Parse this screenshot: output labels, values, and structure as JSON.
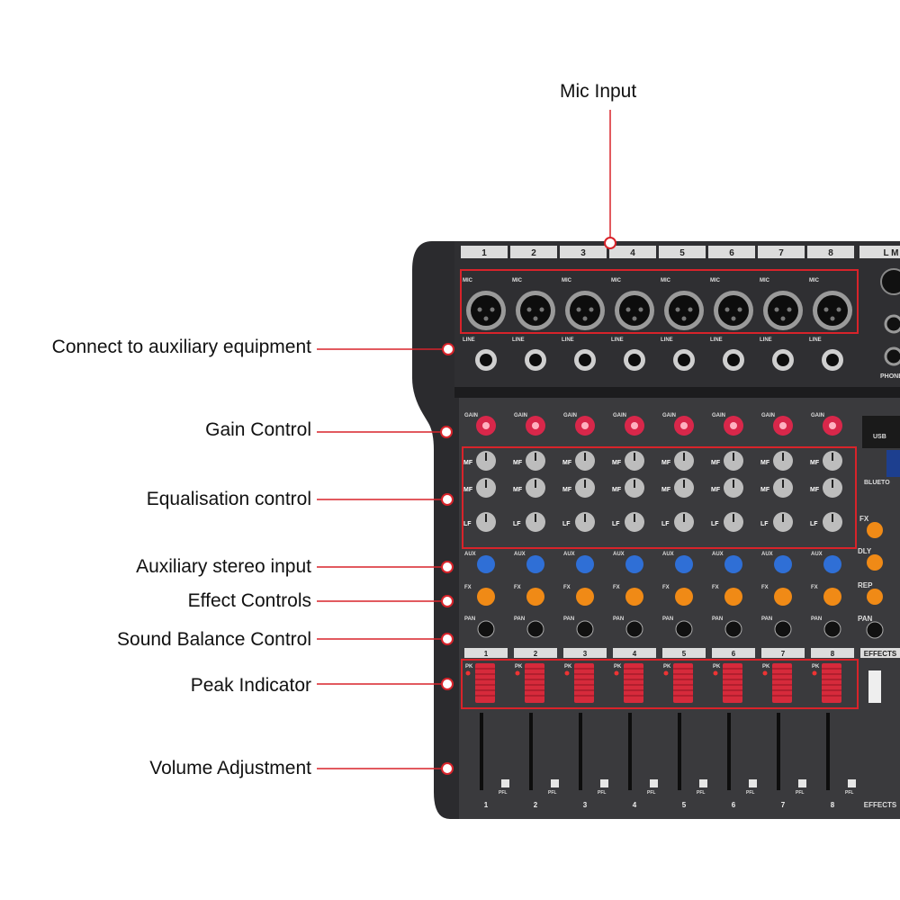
{
  "colors": {
    "callout": "#d8232a",
    "chassis": "#2b2b2e",
    "panel": "#3a3a3d",
    "gain_knob": "#d8274a",
    "aux_knob": "#2f6fd6",
    "fx_knob": "#f08a16",
    "fader_cap": "#d62a3b"
  },
  "callouts": {
    "mic_input": "Mic Input",
    "aux_equipment": "Connect to auxiliary equipment",
    "gain": "Gain Control",
    "eq": "Equalisation control",
    "aux_stereo": "Auxiliary stereo input",
    "effects": "Effect Controls",
    "balance": "Sound Balance Control",
    "peak": "Peak Indicator",
    "volume": "Volume Adjustment"
  },
  "mixer": {
    "channels": [
      "1",
      "2",
      "3",
      "4",
      "5",
      "6",
      "7",
      "8"
    ],
    "right_header": "L M",
    "mic_label": "MIC",
    "line_label": "LINE",
    "gain_label": "GAIN",
    "eq_bands": [
      "MF",
      "MF",
      "LF"
    ],
    "aux_label": "AUX",
    "fx_label": "FX",
    "pan_label": "PAN",
    "pfl_label": "PFL",
    "pk_label": "PK",
    "phones_label": "PHONES",
    "usb_label": "USB",
    "bluetooth_label": "BLUETO",
    "effects_label": "EFFECTS",
    "dly_label": "DLY",
    "rep_label": "REP",
    "fx_master_label": "FX"
  }
}
